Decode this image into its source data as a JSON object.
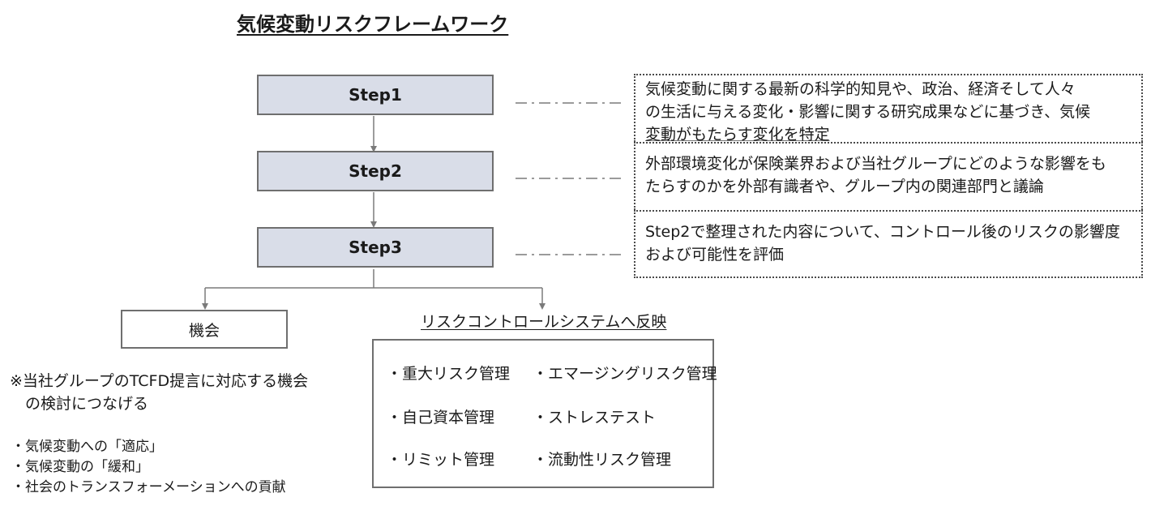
{
  "title": "気候変動リスクフレームワーク",
  "steps": [
    {
      "label": "Step1",
      "description": [
        "気候変動に関する最新の科学的知見や、政治、経済そして人々",
        "の生活に与える変化・影響に関する研究成果などに基づき、気候",
        "変動がもたらす変化を特定"
      ]
    },
    {
      "label": "Step2",
      "description": [
        "外部環境変化が保険業界および当社グループにどのような影響をも",
        "たらすのかを外部有識者や、グループ内の関連部門と議論"
      ]
    },
    {
      "label": "Step3",
      "description": [
        "Step2で整理された内容について、コントロール後のリスクの影響度",
        "および可能性を評価"
      ]
    }
  ],
  "opportunity": {
    "label": "機会",
    "note": [
      "※当社グループのTCFD提言に対応する機会",
      "　の検討につなげる"
    ],
    "bullets": [
      "・気候変動への「適応」",
      "・気候変動の「緩和」",
      "・社会のトランスフォーメーションへの貢献"
    ]
  },
  "risk_control": {
    "title": "リスクコントロールシステムへ反映",
    "items": [
      "・重大リスク管理",
      "・エマージングリスク管理",
      "・自己資本管理",
      "・ストレステスト",
      "・リミット管理",
      "・流動性リスク管理"
    ]
  }
}
